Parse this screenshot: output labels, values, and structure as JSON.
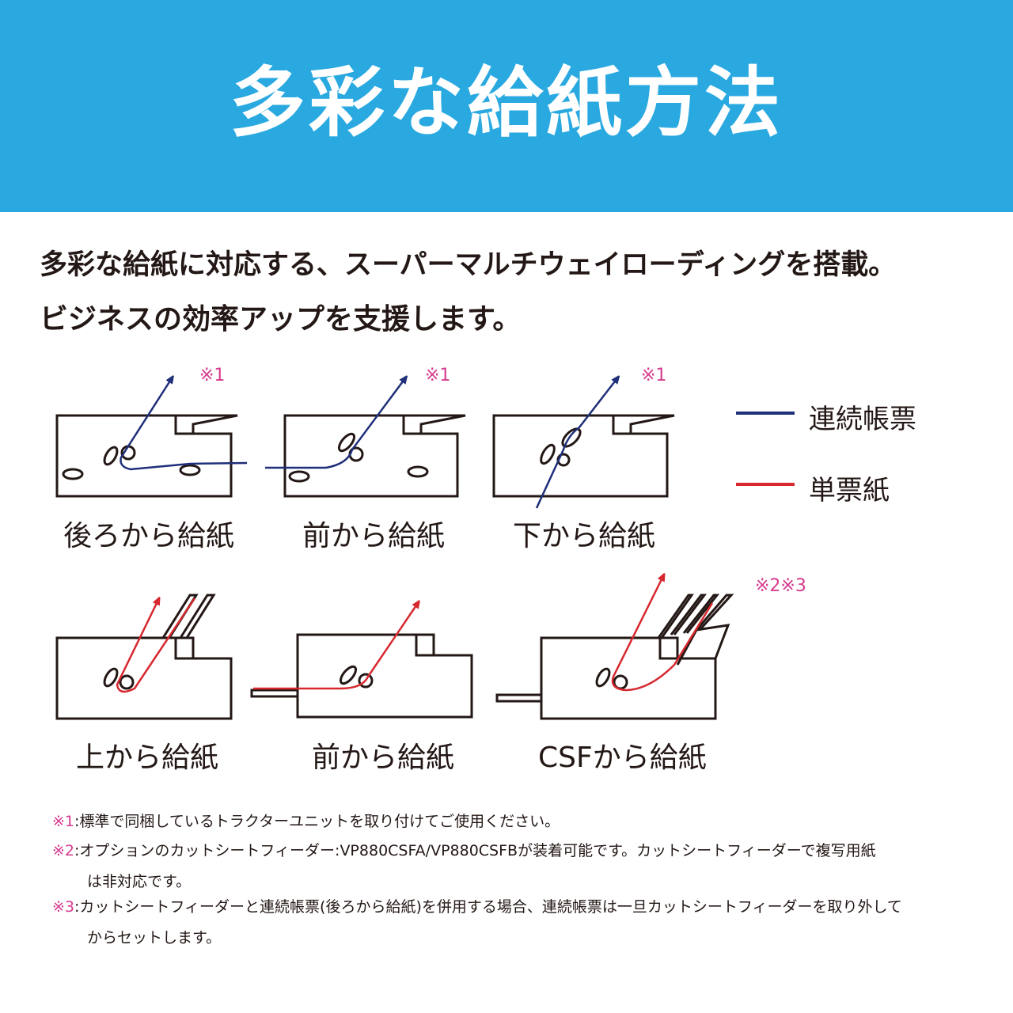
{
  "banner": {
    "title": "多彩な給紙方法",
    "color": "#2aa9e1"
  },
  "intro": {
    "line1": "多彩な給紙に対応する、スーパーマルチウェイローディングを搭載。",
    "line2": "ビジネスの効率アップを支援します。"
  },
  "legend": {
    "continuous": {
      "label": "連続帳票",
      "color": "#1f2f7a"
    },
    "single": {
      "label": "単票紙",
      "color": "#d7282f"
    }
  },
  "diagrams": {
    "rear": {
      "caption": "後ろから給紙",
      "mark": "※1"
    },
    "front_continuous": {
      "caption": "前から給紙",
      "mark": "※1"
    },
    "bottom": {
      "caption": "下から給紙",
      "mark": "※1"
    },
    "top": {
      "caption": "上から給紙"
    },
    "front_single": {
      "caption": "前から給紙"
    },
    "csf": {
      "caption": "CSFから給紙",
      "mark": "※2※3"
    }
  },
  "notes": [
    {
      "mark": "※1",
      "text": ":標準で同梱しているトラクターユニットを取り付けてご使用ください。"
    },
    {
      "mark": "※2",
      "text": ":オプションのカットシートフィーダー:VP880CSFA/VP880CSFBが装着可能です。カットシートフィーダーで複写用紙",
      "cont": "は非対応です。"
    },
    {
      "mark": "※3",
      "text": ":カットシートフィーダーと連続帳票(後ろから給紙)を併用する場合、連続帳票は一旦カットシートフィーダーを取り外して",
      "cont": "からセットします。"
    }
  ]
}
